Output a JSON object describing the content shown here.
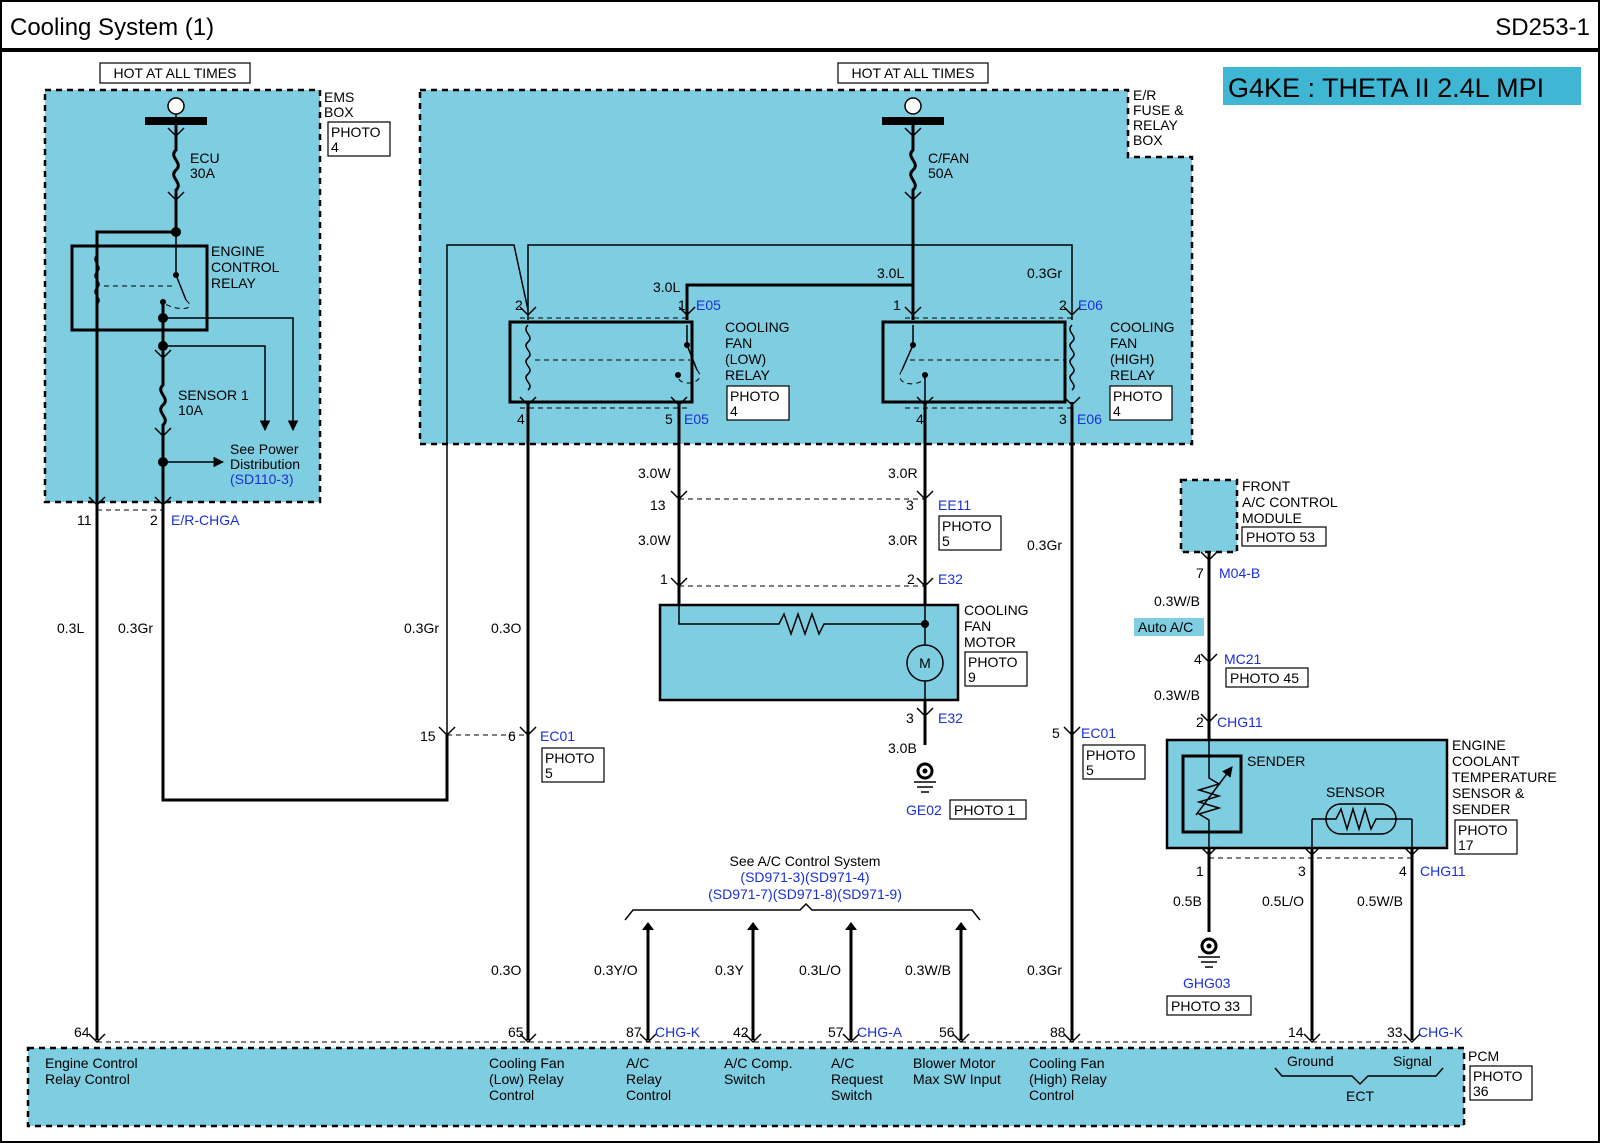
{
  "header": {
    "title": "Cooling System (1)",
    "code": "SD253-1"
  },
  "engine_badge": "G4KE : THETA II 2.4L MPI",
  "hot_label": "HOT AT ALL TIMES",
  "ems_box": {
    "l1": "EMS",
    "l2": "BOX",
    "photo": "PHOTO",
    "photo_num": "4"
  },
  "er_box": {
    "l1": "E/R",
    "l2": "FUSE &",
    "l3": "RELAY",
    "l4": "BOX"
  },
  "fuses": {
    "ecu": [
      "ECU",
      "30A"
    ],
    "cfan": [
      "C/FAN",
      "50A"
    ],
    "sensor": [
      "SENSOR 1",
      "10A"
    ]
  },
  "ecr": [
    "ENGINE",
    "CONTROL",
    "RELAY"
  ],
  "see_power": [
    "See Power",
    "Distribution",
    "(SD110-3)"
  ],
  "low_relay": {
    "lines": [
      "COOLING",
      "FAN",
      "(LOW)",
      "RELAY"
    ],
    "photo": "PHOTO",
    "photo_num": "4"
  },
  "high_relay": {
    "lines": [
      "COOLING",
      "FAN",
      "(HIGH)",
      "RELAY"
    ],
    "photo": "PHOTO",
    "photo_num": "4"
  },
  "motor": {
    "lines": [
      "COOLING",
      "FAN",
      "MOTOR"
    ],
    "photo": "PHOTO",
    "photo_num": "9",
    "symbol": "M"
  },
  "front_ac": {
    "lines": [
      "FRONT",
      "A/C CONTROL",
      "MODULE"
    ],
    "photo": "PHOTO 53"
  },
  "ects": {
    "lines": [
      "ENGINE",
      "COOLANT",
      "TEMPERATURE",
      "SENSOR &",
      "SENDER"
    ],
    "photo": "PHOTO",
    "photo_num": "17",
    "sender": "SENDER",
    "sensor": "SENSOR"
  },
  "connectors": {
    "e05": "E05",
    "e06": "E06",
    "ee11": "EE11",
    "e32": "E32",
    "ec01": "EC01",
    "erchga": "E/R-CHGA",
    "m04b": "M04-B",
    "mc21": "MC21",
    "chg11": "CHG11",
    "chgk": "CHG-K",
    "chga": "CHG-A",
    "ge02": "GE02",
    "ghg03": "GHG03"
  },
  "photos": {
    "p5": "PHOTO",
    "p5n": "5",
    "p1": "PHOTO 1",
    "p45": "PHOTO 45",
    "p33": "PHOTO 33",
    "p36": "PHOTO",
    "p36n": "36"
  },
  "auto_ac": "Auto A/C",
  "pins": {
    "p11": "11",
    "p2": "2",
    "p1": "1",
    "p4": "4",
    "p5": "5",
    "p3": "3",
    "p13": "13",
    "p15": "15",
    "p6": "6",
    "p7": "7",
    "p64": "64",
    "p65": "65",
    "p87": "87",
    "p42": "42",
    "p57": "57",
    "p56": "56",
    "p88": "88",
    "p14": "14",
    "p33": "33"
  },
  "wires": {
    "w03L": "0.3L",
    "w03Gr": "0.3Gr",
    "w03O": "0.3O",
    "w30L": "3.0L",
    "w30W": "3.0W",
    "w30R": "3.0R",
    "w30B": "3.0B",
    "w03WB": "0.3W/B",
    "w05B": "0.5B",
    "w05LO": "0.5L/O",
    "w05WB": "0.5W/B",
    "w03YO": "0.3Y/O",
    "w03Y": "0.3Y",
    "w03LO": "0.3L/O"
  },
  "ac_ref": {
    "title": "See A/C Control System",
    "l1": "(SD971-3)(SD971-4)",
    "l2": "(SD971-7)(SD971-8)(SD971-9)"
  },
  "pcm": {
    "label": "PCM",
    "functions": {
      "ecr": [
        "Engine Control",
        "Relay Control"
      ],
      "low": [
        "Cooling Fan",
        "(Low) Relay",
        "Control"
      ],
      "acr": [
        "A/C",
        "Relay",
        "Control"
      ],
      "comp": [
        "A/C Comp.",
        "Switch"
      ],
      "req": [
        "A/C",
        "Request",
        "Switch"
      ],
      "blower": [
        "Blower Motor",
        "Max SW Input"
      ],
      "high": [
        "Cooling Fan",
        "(High) Relay",
        "Control"
      ],
      "ground": "Ground",
      "signal": "Signal",
      "ect": "ECT"
    }
  }
}
